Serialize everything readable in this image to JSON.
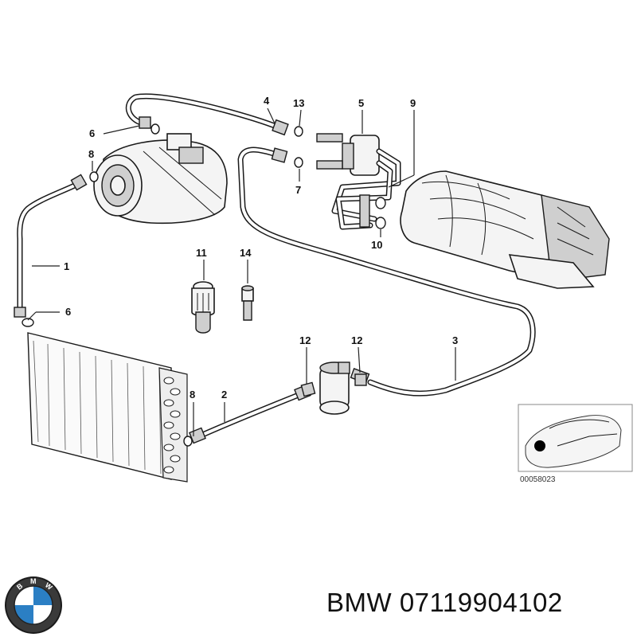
{
  "callouts": {
    "c1": "1",
    "c2": "2",
    "c3": "3",
    "c4": "4",
    "c5": "5",
    "c6a": "6",
    "c6b": "6",
    "c7": "7",
    "c8a": "8",
    "c8b": "8",
    "c9": "9",
    "c10": "10",
    "c11": "11",
    "c12a": "12",
    "c12b": "12",
    "c13": "13",
    "c14": "14"
  },
  "inset": {
    "code": "00058023"
  },
  "footer": {
    "part_label": "BMW 07119904102"
  },
  "logo": {
    "letters": "BMW",
    "colors": {
      "blue": "#2b7fc4",
      "ring": "#1b1b1b",
      "white": "#ffffff"
    }
  }
}
